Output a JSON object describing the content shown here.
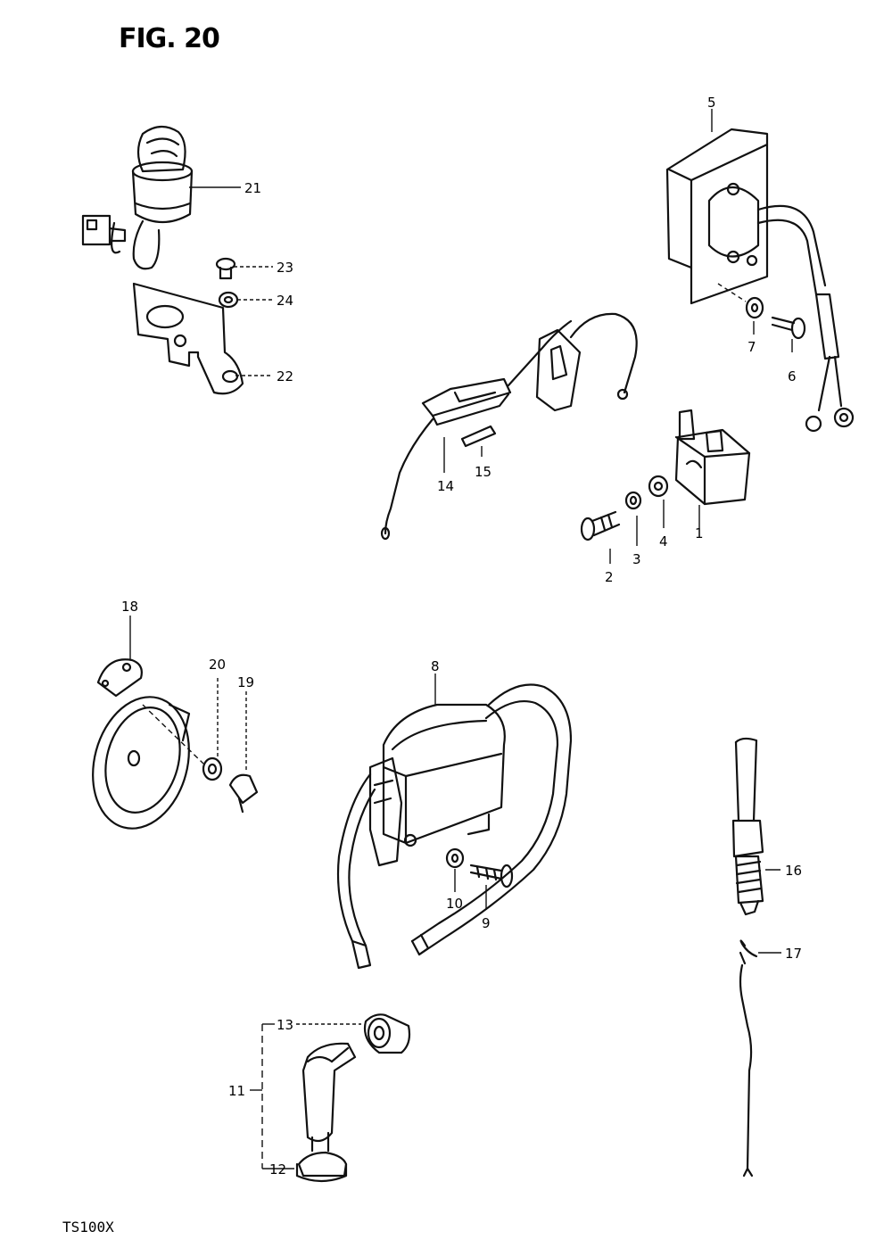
{
  "figure": {
    "title": "FIG. 20",
    "model": "TS100X"
  },
  "parts": [
    {
      "id": "1",
      "text": "1"
    },
    {
      "id": "2",
      "text": "2"
    },
    {
      "id": "3",
      "text": "3"
    },
    {
      "id": "4",
      "text": "4"
    },
    {
      "id": "5",
      "text": "5"
    },
    {
      "id": "6",
      "text": "6"
    },
    {
      "id": "7",
      "text": "7"
    },
    {
      "id": "8",
      "text": "8"
    },
    {
      "id": "9",
      "text": "9"
    },
    {
      "id": "10",
      "text": "10"
    },
    {
      "id": "11",
      "text": "11"
    },
    {
      "id": "12",
      "text": "12"
    },
    {
      "id": "13",
      "text": "13"
    },
    {
      "id": "14",
      "text": "14"
    },
    {
      "id": "15",
      "text": "15"
    },
    {
      "id": "16",
      "text": "16"
    },
    {
      "id": "17",
      "text": "17"
    },
    {
      "id": "18",
      "text": "18"
    },
    {
      "id": "19",
      "text": "19"
    },
    {
      "id": "20",
      "text": "20"
    },
    {
      "id": "21",
      "text": "21"
    },
    {
      "id": "22",
      "text": "22"
    },
    {
      "id": "23",
      "text": "23"
    },
    {
      "id": "24",
      "text": "24"
    }
  ]
}
